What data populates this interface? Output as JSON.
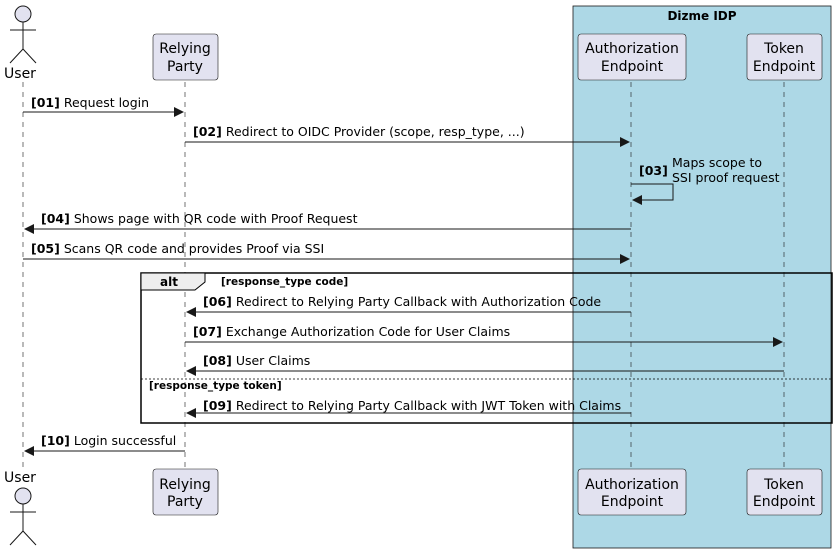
{
  "box": {
    "title": "Dizme IDP",
    "fill": "#add8e6"
  },
  "participants": {
    "user": {
      "label": "User"
    },
    "rp": {
      "lines": [
        "Relying",
        "Party"
      ]
    },
    "auth": {
      "lines": [
        "Authorization",
        "Endpoint"
      ]
    },
    "token": {
      "lines": [
        "Token",
        "Endpoint"
      ]
    }
  },
  "messages": [
    {
      "num": "[01]",
      "text": "Request login",
      "from": "user",
      "to": "rp"
    },
    {
      "num": "[02]",
      "text": "Redirect to OIDC Provider (scope, resp_type, ...)",
      "from": "rp",
      "to": "auth"
    },
    {
      "num": "[03]",
      "text": "Maps scope to",
      "text2": "SSI proof request",
      "from": "auth",
      "to": "auth",
      "self": true
    },
    {
      "num": "[04]",
      "text": "Shows page with QR code with Proof Request",
      "from": "auth",
      "to": "user"
    },
    {
      "num": "[05]",
      "text": "Scans QR code and provides Proof via SSI",
      "from": "user",
      "to": "auth"
    },
    {
      "num": "[06]",
      "text": "Redirect to Relying Party Callback with Authorization Code",
      "from": "auth",
      "to": "rp"
    },
    {
      "num": "[07]",
      "text": "Exchange Authorization Code for User Claims",
      "from": "rp",
      "to": "token"
    },
    {
      "num": "[08]",
      "text": "User Claims",
      "from": "token",
      "to": "rp"
    },
    {
      "num": "[09]",
      "text": "Redirect to Relying Party Callback with JWT Token with Claims",
      "from": "auth",
      "to": "rp"
    },
    {
      "num": "[10]",
      "text": "Login successful",
      "from": "rp",
      "to": "user"
    }
  ],
  "alt": {
    "keyword": "alt",
    "guard1": "[response_type code]",
    "guard2": "[response_type token]"
  },
  "colors": {
    "participant_fill": "#e2e2f0",
    "participant_stroke": "#181818",
    "lifeline": "#181818"
  }
}
